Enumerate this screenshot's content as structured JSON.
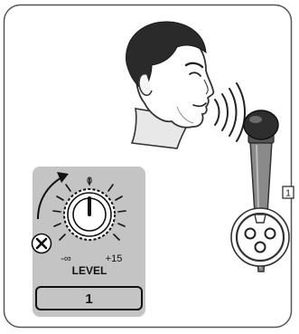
{
  "knob": {
    "scale_min": "-∞",
    "scale_mid": "0",
    "scale_max": "+15",
    "label": "LEVEL",
    "channel_number": "1",
    "level_fraction": 0.5
  },
  "connector": {
    "badge": "1"
  },
  "icons": {
    "person": "person-speaking-icon",
    "sound": "sound-waves-icon",
    "microphone": "microphone-icon",
    "xlr": "xlr-connector-icon",
    "close": "close-icon"
  },
  "colors": {
    "panel": "#c4c4c4",
    "knob_cap": "#ffffff",
    "outline": "#222222"
  }
}
